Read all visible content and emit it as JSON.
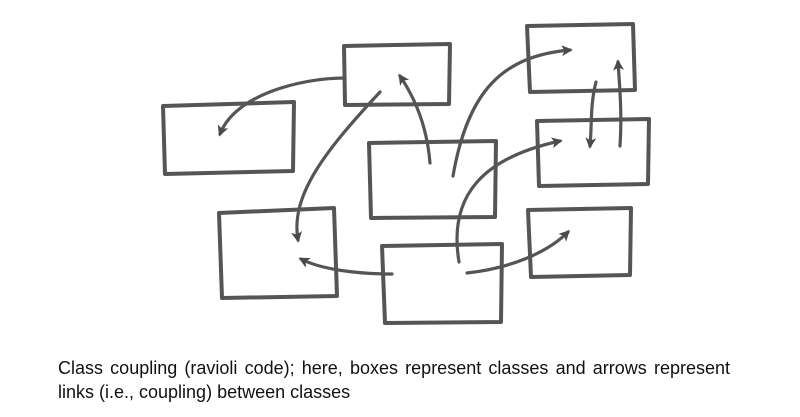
{
  "caption": "Class coupling (ravioli code); here, boxes represent classes and arrows represent links (i.e., coupling) between classes",
  "colors": {
    "ink": "#555555",
    "arrowhead": "#4a4a4a",
    "background": "#ffffff",
    "text": "#111111"
  },
  "boxes": [
    {
      "id": "class-left"
    },
    {
      "id": "class-top-center"
    },
    {
      "id": "class-top-right"
    },
    {
      "id": "class-center"
    },
    {
      "id": "class-right-middle"
    },
    {
      "id": "class-bottom-left"
    },
    {
      "id": "class-bottom-center"
    },
    {
      "id": "class-bottom-right"
    }
  ],
  "links": [
    {
      "from": "class-top-center",
      "to": "class-left"
    },
    {
      "from": "class-center",
      "to": "class-top-center"
    },
    {
      "from": "class-top-center",
      "to": "class-bottom-left"
    },
    {
      "from": "class-center",
      "to": "class-top-right"
    },
    {
      "from": "class-top-right",
      "to": "class-right-middle"
    },
    {
      "from": "class-right-middle",
      "to": "class-top-right"
    },
    {
      "from": "class-bottom-center",
      "to": "class-right-middle"
    },
    {
      "from": "class-bottom-center",
      "to": "class-bottom-left"
    },
    {
      "from": "class-bottom-center",
      "to": "class-bottom-right"
    }
  ]
}
